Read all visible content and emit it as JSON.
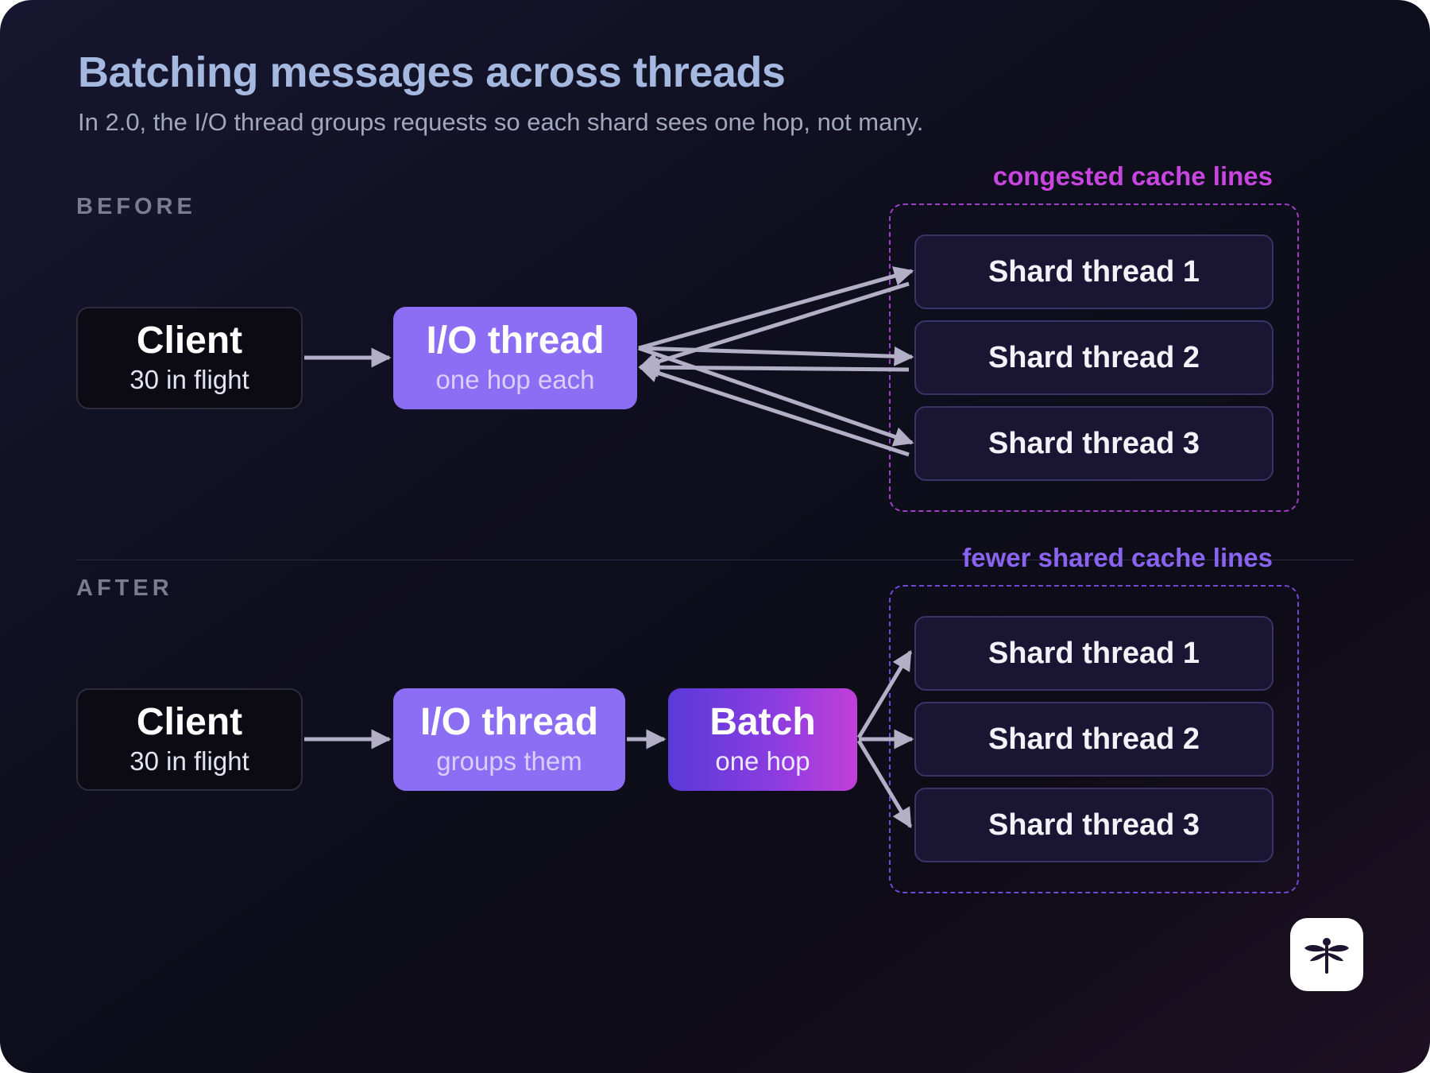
{
  "title": "Batching messages across threads",
  "subtitle": "In 2.0, the I/O thread groups requests so each shard sees one hop, not many.",
  "before": {
    "label": "BEFORE",
    "cluster_label": "congested cache lines",
    "client": {
      "title": "Client",
      "sub": "30 in flight"
    },
    "io": {
      "title": "I/O thread",
      "sub": "one hop each"
    },
    "shards": [
      "Shard thread 1",
      "Shard thread 2",
      "Shard thread 3"
    ]
  },
  "after": {
    "label": "AFTER",
    "cluster_label": "fewer shared cache lines",
    "client": {
      "title": "Client",
      "sub": "30 in flight"
    },
    "io": {
      "title": "I/O thread",
      "sub": "groups them"
    },
    "batch": {
      "title": "Batch",
      "sub": "one hop"
    },
    "shards": [
      "Shard thread 1",
      "Shard thread 2",
      "Shard thread 3"
    ]
  },
  "colors": {
    "title": "#a5b8e0",
    "io_thread": "#8b6ef3",
    "batch_start": "#5a3ad9",
    "batch_end": "#c23fd9",
    "before_cluster": "#c845e0",
    "after_cluster": "#8a63f0",
    "arrow": "#b3afc7"
  },
  "icons": {
    "logo": "dragonfly-icon"
  }
}
